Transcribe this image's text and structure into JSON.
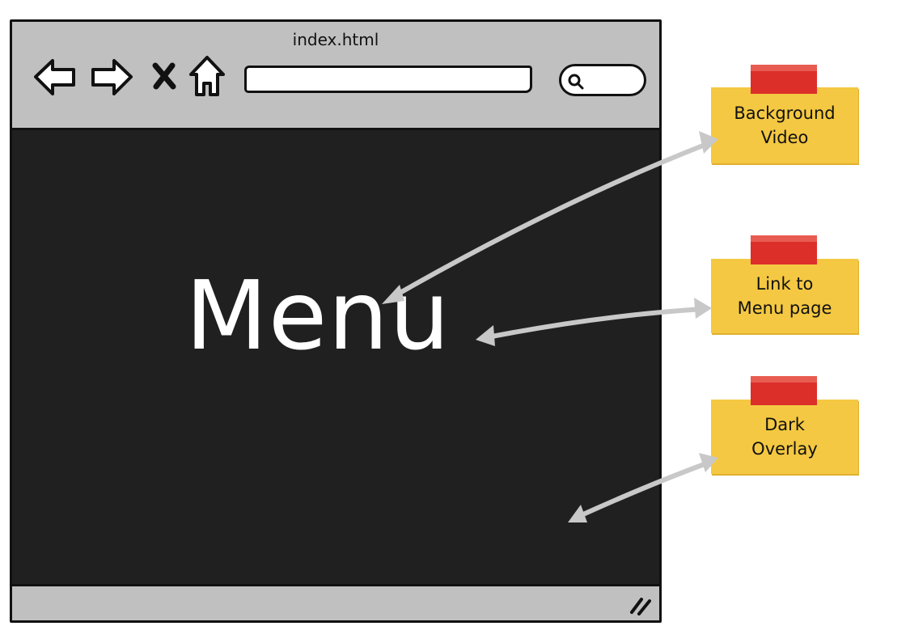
{
  "window": {
    "title": "index.html"
  },
  "toolbar": {
    "back_icon": "arrow-left-icon",
    "forward_icon": "arrow-right-icon",
    "stop_icon": "close-icon",
    "home_icon": "home-icon",
    "search_icon": "search-icon"
  },
  "content": {
    "menu_link": "Menu",
    "overlay_color": "#202020"
  },
  "notes": [
    {
      "line1": "Background",
      "line2": "Video"
    },
    {
      "line1": "Link to",
      "line2": "Menu page"
    },
    {
      "line1": "Dark",
      "line2": "Overlay"
    }
  ],
  "colors": {
    "note": "#f4c842",
    "tape": "#dc2f2a",
    "arrow": "#c8c8c8",
    "chrome": "#c0c0c0"
  }
}
